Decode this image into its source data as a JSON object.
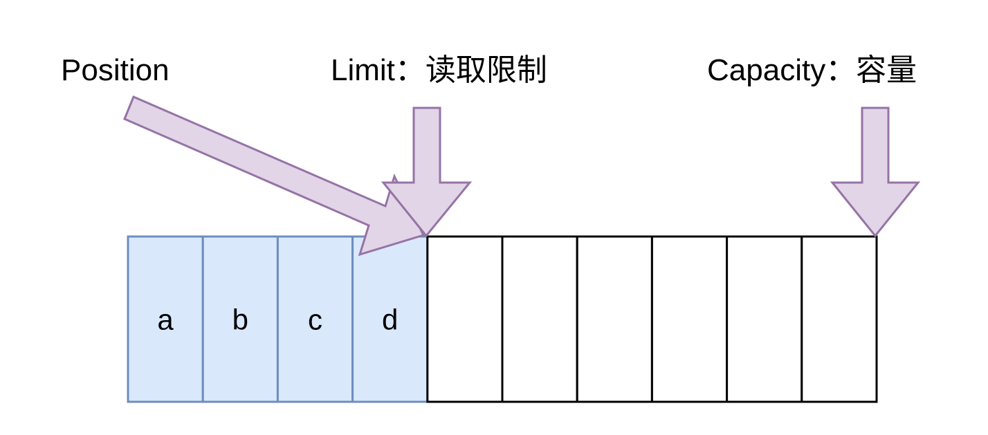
{
  "labels": {
    "position": "Position",
    "limit": "Limit：读取限制",
    "capacity": "Capacity：容量"
  },
  "cells": [
    {
      "text": "a",
      "filled": true
    },
    {
      "text": "b",
      "filled": true
    },
    {
      "text": "c",
      "filled": true
    },
    {
      "text": "d",
      "filled": true
    },
    {
      "text": "",
      "filled": false
    },
    {
      "text": "",
      "filled": false
    },
    {
      "text": "",
      "filled": false
    },
    {
      "text": "",
      "filled": false
    },
    {
      "text": "",
      "filled": false
    },
    {
      "text": "",
      "filled": false
    }
  ],
  "colors": {
    "filled_fill": "#dae8fc",
    "filled_stroke": "#6c8ebf",
    "empty_fill": "#ffffff",
    "empty_stroke": "#000000",
    "arrow_fill": "#e1d5e7",
    "arrow_stroke": "#9673a6"
  }
}
